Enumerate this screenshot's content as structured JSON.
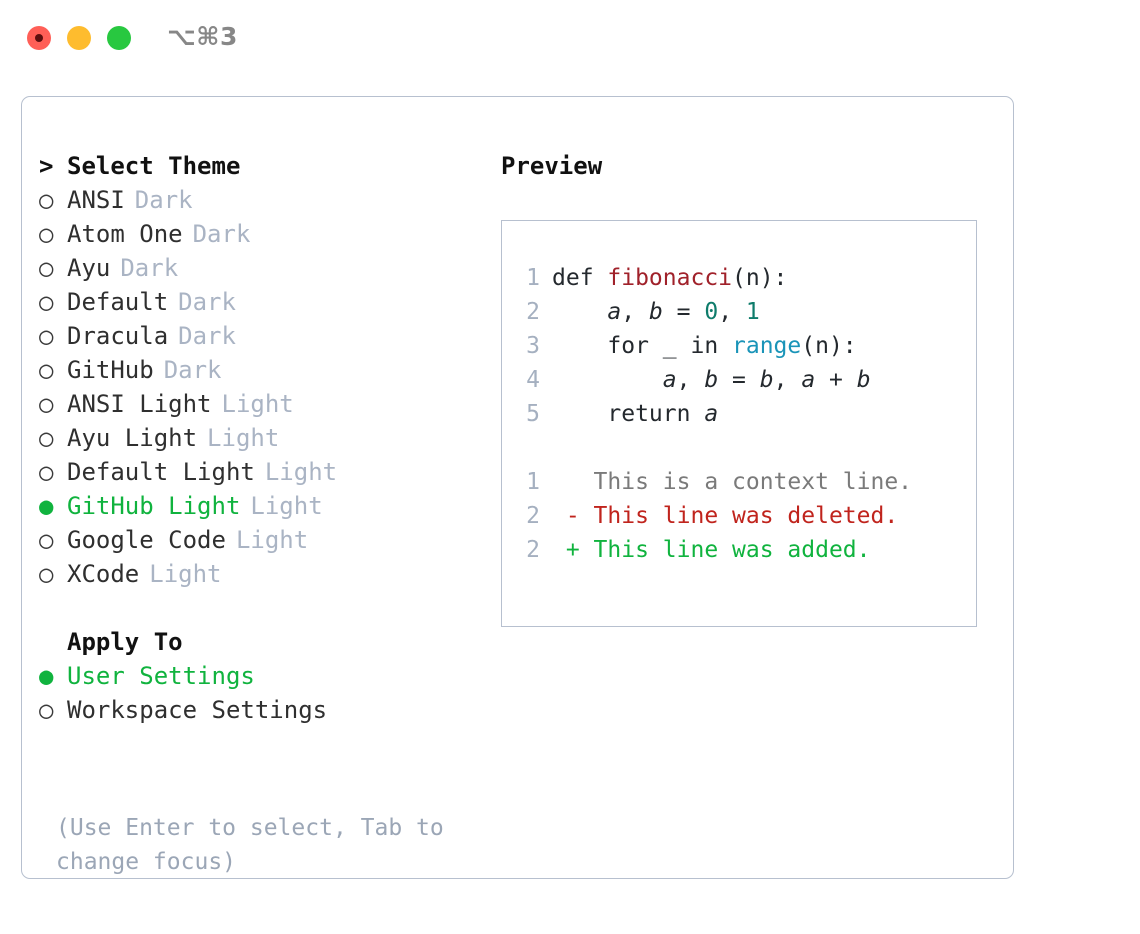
{
  "titlebar": {
    "shortcut": "⌥⌘3",
    "buttons": [
      {
        "name": "close",
        "color": "#ff5f57"
      },
      {
        "name": "minimize",
        "color": "#febc2e"
      },
      {
        "name": "maximize",
        "color": "#28c840"
      }
    ]
  },
  "theme_picker": {
    "header_marker": ">",
    "header": "Select Theme",
    "radio_off": "○",
    "radio_on": "●",
    "items": [
      {
        "label": "ANSI",
        "tag": "Dark",
        "selected": false
      },
      {
        "label": "Atom One",
        "tag": "Dark",
        "selected": false
      },
      {
        "label": "Ayu",
        "tag": "Dark",
        "selected": false
      },
      {
        "label": "Default",
        "tag": "Dark",
        "selected": false
      },
      {
        "label": "Dracula",
        "tag": "Dark",
        "selected": false
      },
      {
        "label": "GitHub",
        "tag": "Dark",
        "selected": false
      },
      {
        "label": "ANSI Light",
        "tag": "Light",
        "selected": false
      },
      {
        "label": "Ayu Light",
        "tag": "Light",
        "selected": false
      },
      {
        "label": "Default Light",
        "tag": "Light",
        "selected": false
      },
      {
        "label": "GitHub Light",
        "tag": "Light",
        "selected": true
      },
      {
        "label": "Google Code",
        "tag": "Light",
        "selected": false
      },
      {
        "label": "XCode",
        "tag": "Light",
        "selected": false
      }
    ]
  },
  "apply_to": {
    "header": "Apply To",
    "options": [
      {
        "label": "User Settings",
        "selected": true
      },
      {
        "label": "Workspace Settings",
        "selected": false
      }
    ]
  },
  "hint": "(Use Enter to select, Tab to change focus)",
  "preview": {
    "title": "Preview",
    "code_lines": [
      {
        "num": "1",
        "tokens": [
          {
            "text": "def ",
            "type": "kw"
          },
          {
            "text": "fibonacci",
            "type": "fn"
          },
          {
            "text": "(n):",
            "type": "plain"
          }
        ]
      },
      {
        "num": "2",
        "tokens": [
          {
            "text": "    ",
            "type": "plain"
          },
          {
            "text": "a",
            "type": "var"
          },
          {
            "text": ", ",
            "type": "plain"
          },
          {
            "text": "b",
            "type": "var"
          },
          {
            "text": " = ",
            "type": "plain"
          },
          {
            "text": "0",
            "type": "num"
          },
          {
            "text": ", ",
            "type": "plain"
          },
          {
            "text": "1",
            "type": "num"
          }
        ]
      },
      {
        "num": "3",
        "tokens": [
          {
            "text": "    for _ in ",
            "type": "plain"
          },
          {
            "text": "range",
            "type": "builtin"
          },
          {
            "text": "(n):",
            "type": "plain"
          }
        ]
      },
      {
        "num": "4",
        "tokens": [
          {
            "text": "        ",
            "type": "plain"
          },
          {
            "text": "a",
            "type": "var"
          },
          {
            "text": ", ",
            "type": "plain"
          },
          {
            "text": "b",
            "type": "var"
          },
          {
            "text": " = ",
            "type": "plain"
          },
          {
            "text": "b",
            "type": "var"
          },
          {
            "text": ", ",
            "type": "plain"
          },
          {
            "text": "a",
            "type": "var"
          },
          {
            "text": " + ",
            "type": "plain"
          },
          {
            "text": "b",
            "type": "var"
          }
        ]
      },
      {
        "num": "5",
        "tokens": [
          {
            "text": "    return ",
            "type": "plain"
          },
          {
            "text": "a",
            "type": "var"
          }
        ]
      }
    ],
    "diff_lines": [
      {
        "num": "1",
        "sign": " ",
        "text": "This is a context line.",
        "type": "ctx"
      },
      {
        "num": "2",
        "sign": "-",
        "text": "This line was deleted.",
        "type": "del"
      },
      {
        "num": "2",
        "sign": "+",
        "text": "This line was added.",
        "type": "add"
      }
    ]
  },
  "colors": {
    "accent_green": "#10b33e",
    "muted": "#aab4c4",
    "border": "#b7c0cf",
    "diff_delete": "#c0241d",
    "diff_add": "#10b33e",
    "syntax_function": "#a0212a",
    "syntax_number": "#0e7c6b",
    "syntax_builtin": "#1a94b8"
  }
}
